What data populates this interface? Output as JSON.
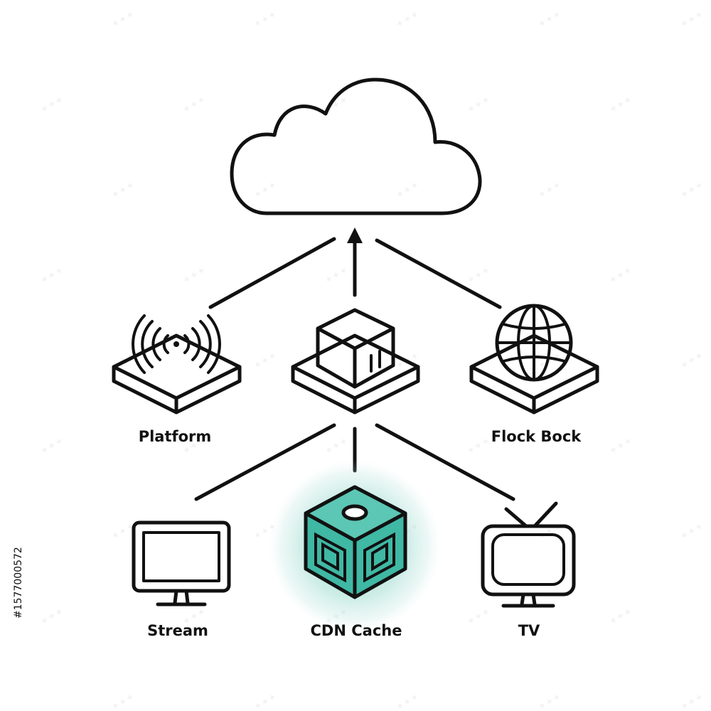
{
  "diagram": {
    "nodes": {
      "platform": {
        "label": "Platform",
        "icon": "wireless-broadcast-icon"
      },
      "center_hub": {
        "label": "",
        "icon": "server-box-icon"
      },
      "flock_bock": {
        "label": "Flock Bock",
        "icon": "globe-icon"
      },
      "stream": {
        "label": "Stream",
        "icon": "monitor-icon"
      },
      "cdn_cache": {
        "label": "CDN Cache",
        "icon": "cache-cube-icon"
      },
      "tv": {
        "label": "TV",
        "icon": "tv-icon"
      }
    },
    "top_icon": "cloud-icon",
    "colors": {
      "stroke": "#111111",
      "accent": "#3fb8a4",
      "accent_light": "#e3f4f1",
      "background": "#ffffff"
    }
  },
  "watermark": {
    "side_id": "#1577000572"
  }
}
